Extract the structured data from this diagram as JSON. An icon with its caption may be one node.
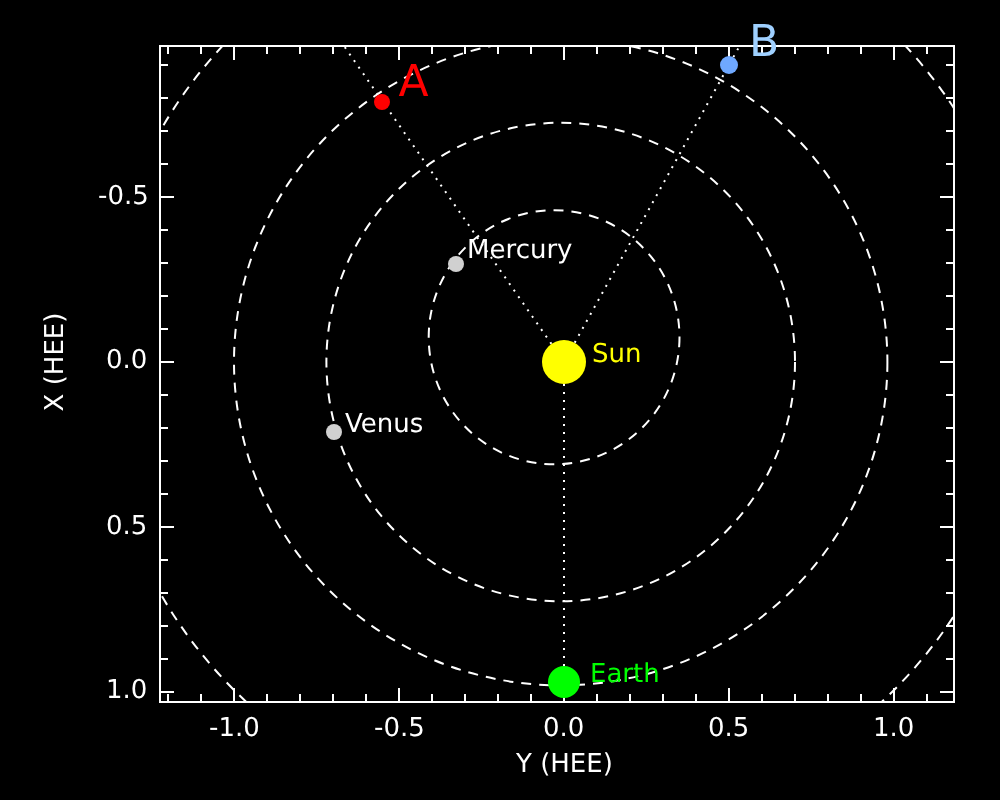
{
  "diagram": {
    "nodes": [
      {
        "text": [
          "A"
        ]
      },
      {
        "text": [
          "B"
        ]
      },
      {
        "text": [
          "Mercury"
        ]
      },
      {
        "text": [
          "Sun"
        ]
      },
      {
        "text": [
          "Venus"
        ]
      },
      {
        "text": [
          "Earth"
        ]
      }
    ],
    "edges": [
      {
        "from": 3,
        "to": 0,
        "arrow": "none"
      },
      {
        "from": 3,
        "to": 1,
        "arrow": "none"
      },
      {
        "from": 3,
        "to": 5,
        "arrow": "none"
      }
    ],
    "labels": [
      "-0.5",
      "X (HEE)",
      "0.0",
      "0.5",
      "1.0",
      "-1.0",
      "-0.5",
      "0.0",
      "0.5",
      "1.0",
      "Y (HEE)"
    ]
  }
}
